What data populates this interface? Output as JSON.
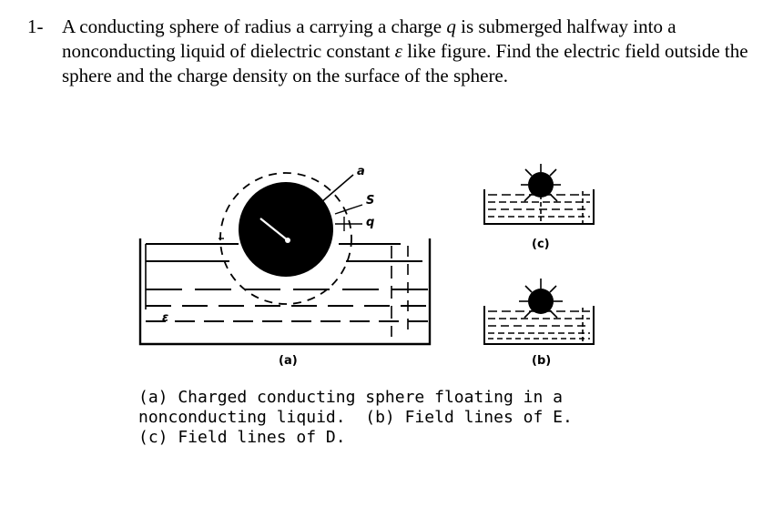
{
  "problem": {
    "number": "1-",
    "text_part1": "A conducting sphere of radius a carrying a charge ",
    "q": "q",
    "text_part2": " is submerged halfway into a nonconducting liquid of dielectric constant ",
    "eps": "ε",
    "text_part3": " like figure. Find the electric field outside the sphere and the charge density on the surface of the sphere."
  },
  "figure": {
    "label_a": "(a)",
    "label_b": "(b)",
    "label_c": "(c)",
    "symbol_a": "a",
    "symbol_s": "S",
    "symbol_q": "q",
    "symbol_eps": "ε",
    "caption_line1": "(a) Charged conducting sphere floating in a",
    "caption_line2": "nonconducting liquid.  (b) Field lines of E.",
    "caption_line3": "(c) Field lines of D."
  }
}
